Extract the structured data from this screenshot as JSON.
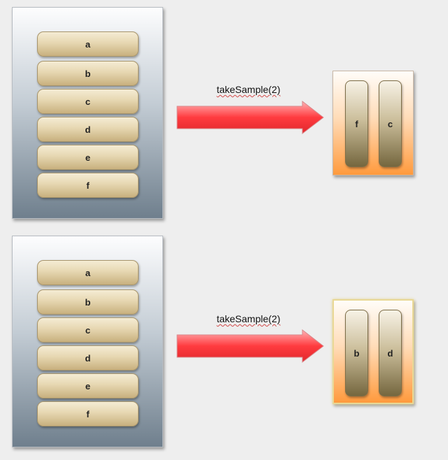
{
  "top_example": {
    "source_elements": [
      "a",
      "b",
      "c",
      "d",
      "e",
      "f"
    ],
    "operation_label": "takeSample(2)",
    "sample_elements": [
      "f",
      "c"
    ]
  },
  "bottom_example": {
    "source_elements": [
      "a",
      "b",
      "c",
      "d",
      "e",
      "f"
    ],
    "operation_label": "takeSample(2)",
    "sample_elements": [
      "b",
      "d"
    ]
  },
  "colors": {
    "arrow_red": "#ff3b3f",
    "result_orange": "#ff9a3d",
    "element_tan": "#e6d7b1"
  }
}
